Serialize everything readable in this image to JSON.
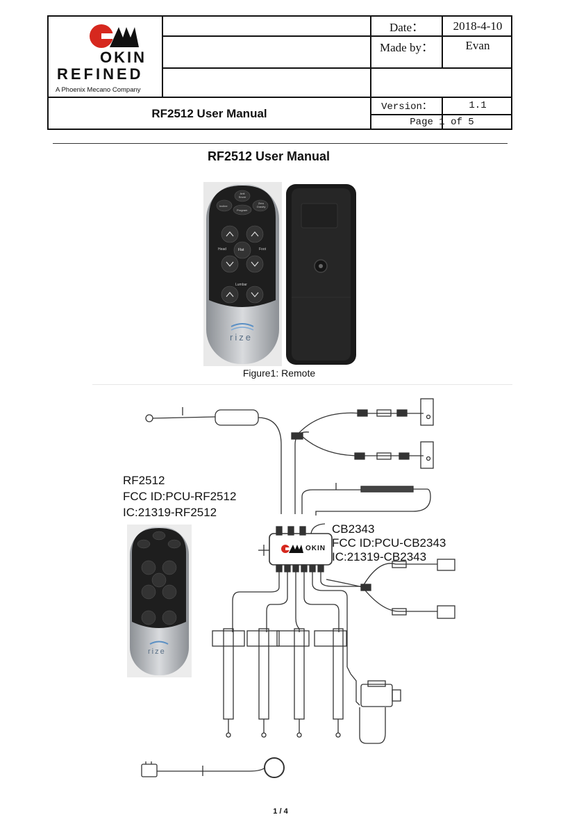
{
  "header": {
    "logo": {
      "brand_top": "OKIN",
      "brand_bottom": "REFINED",
      "tagline": "A Phoenix Mecano Company"
    },
    "date_label": "Date：",
    "date_value": "2018-4-10",
    "made_by_label": "Made by：",
    "made_by_value": "Evan",
    "doc_title": "RF2512 User Manual",
    "version_label": "Version：",
    "version_value": "1.1",
    "page_info": "Page 1 of 5"
  },
  "page_title": "RF2512 User Manual",
  "remote_front": {
    "btn_anti_snore": "Anti Snore",
    "btn_incline": "Incline",
    "btn_zero_gravity": "Zero Gravity",
    "btn_program": "Program",
    "label_head": "Head",
    "label_flat": "Flat",
    "label_foot": "Foot",
    "label_lumbar": "Lumbar",
    "brand": "rize"
  },
  "figure1_caption": "Figure1: Remote",
  "diagram": {
    "remote_label": [
      "RF2512",
      "FCC ID:PCU-RF2512",
      "IC:21319-RF2512"
    ],
    "box_label": [
      "CB2343",
      "FCC ID:PCU-CB2343",
      "IC:21319-CB2343"
    ],
    "box_brand": "OKIN"
  },
  "footer": {
    "page_number": "1 / 4"
  },
  "colors": {
    "accent_red": "#d6281e",
    "ink": "#111111",
    "remote_dark": "#1e1e1e",
    "remote_silver": "#b9bcc0"
  }
}
